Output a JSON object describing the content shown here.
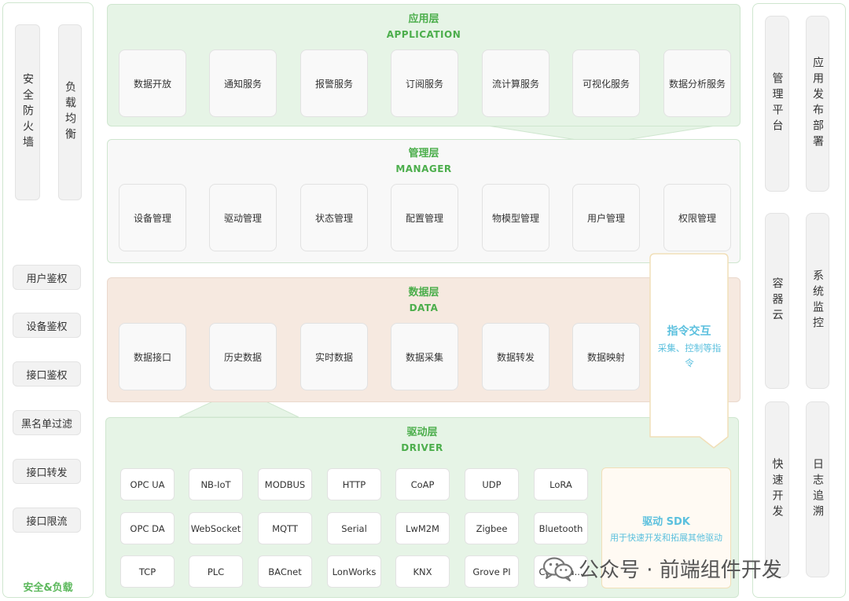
{
  "left_panel": {
    "vertical_items": [
      "安全防火墙",
      "负载均衡"
    ],
    "auth_items": [
      "用户鉴权",
      "设备鉴权",
      "接口鉴权",
      "黑名单过滤",
      "接口转发",
      "接口限流"
    ],
    "footer": "安全&负载"
  },
  "application": {
    "title": "应用层",
    "subtitle": "APPLICATION",
    "items": [
      "数据开放",
      "通知服务",
      "报警服务",
      "订阅服务",
      "流计算服务",
      "可视化服务",
      "数据分析服务"
    ]
  },
  "manager": {
    "title": "管理层",
    "subtitle": "MANAGER",
    "items": [
      "设备管理",
      "驱动管理",
      "状态管理",
      "配置管理",
      "物模型管理",
      "用户管理",
      "权限管理"
    ]
  },
  "data_layer": {
    "title": "数据层",
    "subtitle": "DATA",
    "items": [
      "数据接口",
      "历史数据",
      "实时数据",
      "数据采集",
      "数据转发",
      "数据映射"
    ]
  },
  "command": {
    "title": "指令交互",
    "desc": "采集、控制等指令"
  },
  "driver": {
    "title": "驱动层",
    "subtitle": "DRIVER",
    "protocol_rows": [
      [
        "OPC UA",
        "NB-IoT",
        "MODBUS",
        "HTTP",
        "CoAP",
        "UDP",
        "LoRA"
      ],
      [
        "OPC DA",
        "WebSocket",
        "MQTT",
        "Serial",
        "LwM2M",
        "Zigbee",
        "Bluetooth"
      ],
      [
        "TCP",
        "PLC",
        "BACnet",
        "LonWorks",
        "KNX",
        "Grove PI",
        "Camera..."
      ]
    ],
    "sdk_title": "驱动 SDK",
    "sdk_desc": "用于快速开发和拓展其他驱动"
  },
  "right_panel": {
    "items": [
      "管理平台",
      "应用发布部署",
      "容器云",
      "系统监控",
      "快速开发",
      "日志追溯"
    ]
  },
  "watermark": {
    "text": "公众号 · 前端组件开发"
  },
  "colors": {
    "green_bg": "#e6f4e6",
    "data_bg": "#f6e9e0",
    "manager_bg": "#f8f8f8",
    "accent_green": "#4cae4c",
    "command_teal": "#5bc0de"
  }
}
